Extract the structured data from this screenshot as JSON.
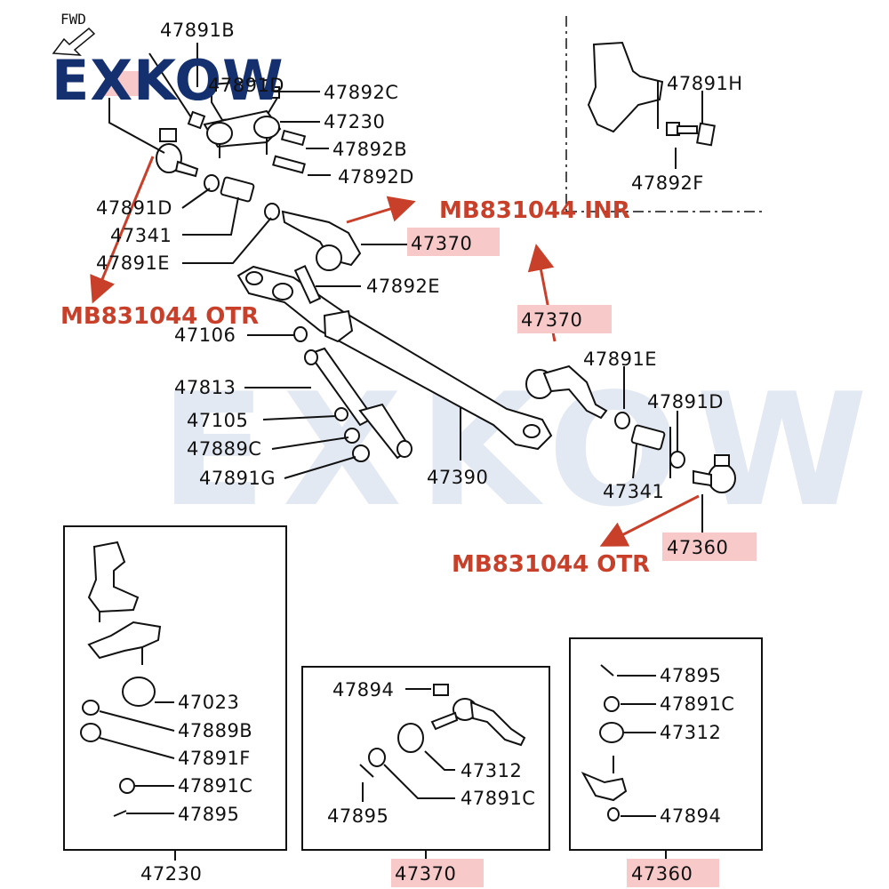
{
  "brand": {
    "logo": "EXKOW",
    "watermark": "EXKOW"
  },
  "fwd": "FWD",
  "colors": {
    "accent_red": "#c8402a",
    "highlight": "#f7c9c9",
    "logo_blue": "#14306e",
    "watermark": "#dfe6f1"
  },
  "labels": {
    "p47891B": "47891B",
    "p47891D_top": "47891D",
    "p47892C": "47892C",
    "p47230": "47230",
    "p47892B": "47892B",
    "p47892D": "47892D",
    "p47891D_left": "47891D",
    "p47341_left": "47341",
    "p47891E_left": "47891E",
    "p47370_top": "47370",
    "p47892E": "47892E",
    "p47106": "47106",
    "p47813": "47813",
    "p47105": "47105",
    "p47889C": "47889C",
    "p47891G": "47891G",
    "p47390": "47390",
    "p47891H": "47891H",
    "p47892F": "47892F",
    "p47370_mid": "47370",
    "p47891E_right": "47891E",
    "p47891D_right": "47891D",
    "p47341_right": "47341",
    "p47360_mid": "47360"
  },
  "callouts": {
    "inr": "MB831044 INR",
    "otr_left": "MB831044 OTR",
    "otr_right": "MB831044 OTR"
  },
  "boxes": {
    "idler": {
      "items": [
        "47023",
        "47889B",
        "47891F",
        "47891C",
        "47895"
      ],
      "title": "47230"
    },
    "tierod_end": {
      "items": [
        "47894",
        "47312",
        "47891C",
        "47895"
      ],
      "title": "47370"
    },
    "outer_end": {
      "items": [
        "47895",
        "47891C",
        "47312",
        "47894"
      ],
      "title": "47360"
    }
  }
}
